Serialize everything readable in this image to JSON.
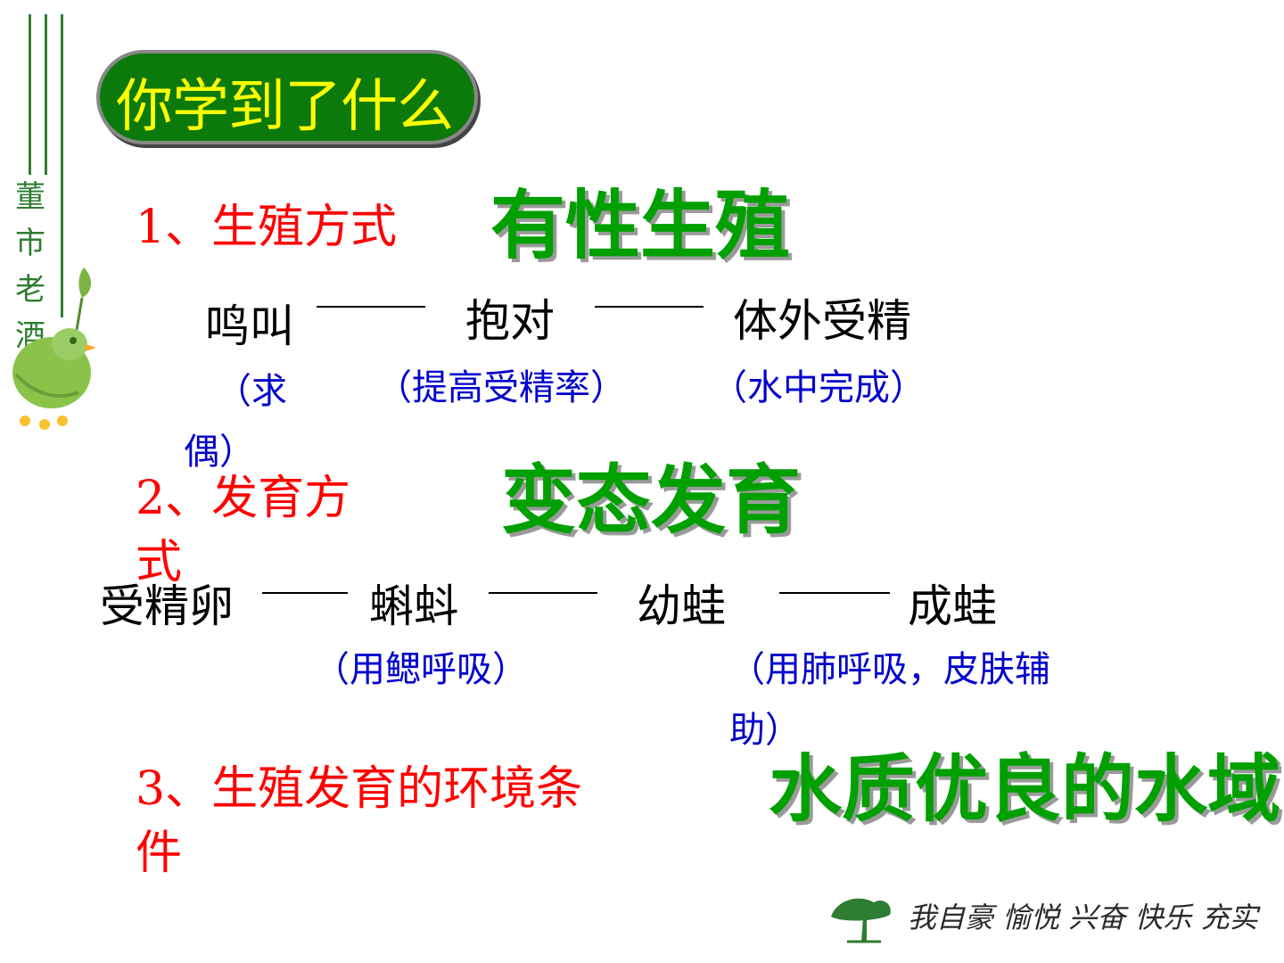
{
  "sidebar": {
    "vertical_text": "董市老酒"
  },
  "title": "你学到了什么",
  "section1": {
    "heading": "1、生殖方式",
    "answer": "有性生殖",
    "stages": [
      "鸣叫",
      "抱对",
      "体外受精"
    ],
    "notes": [
      "（求",
      "偶）",
      "（提高受精率）",
      "（水中完成）"
    ]
  },
  "section2": {
    "heading_line1": "2、发育方",
    "heading_line2": "式",
    "answer": "变态发育",
    "stages": [
      "受精卵",
      "蝌蚪",
      "幼蛙",
      "成蛙"
    ],
    "notes": [
      "（用鳃呼吸）",
      "（用肺呼吸，皮肤辅",
      "助）"
    ]
  },
  "section3": {
    "heading_line1": "3、生殖发育的环境条",
    "heading_line2": "件",
    "answer": "水质优良的水域"
  },
  "footer": {
    "slogan": "我自豪 愉悦 兴奋 快乐 充实"
  },
  "colors": {
    "heading": "#ff0000",
    "answer": "#00a000",
    "note": "#0000cc",
    "title_bg": "#0b7a0b",
    "title_text": "#ffff00"
  }
}
